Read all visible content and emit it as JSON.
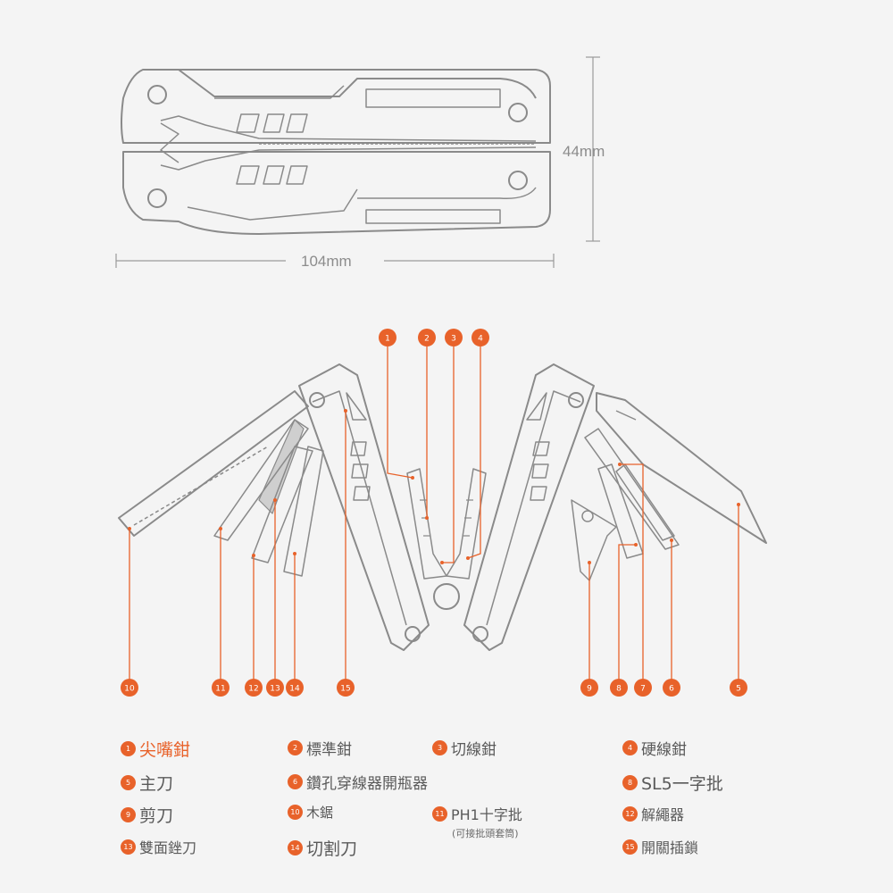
{
  "dimensions": {
    "height": "44mm",
    "width": "104mm"
  },
  "accent_color": "#e8622a",
  "tool_color": "#8a8a8a",
  "legend": [
    {
      "num": "1",
      "label": "尖嘴鉗"
    },
    {
      "num": "2",
      "label": "標準鉗"
    },
    {
      "num": "3",
      "label": "切線鉗"
    },
    {
      "num": "4",
      "label": "硬線鉗"
    },
    {
      "num": "5",
      "label": "主刀"
    },
    {
      "num": "6",
      "label": "鑽孔穿線器開瓶器"
    },
    {
      "num": "8",
      "label": "SL5一字批"
    },
    {
      "num": "9",
      "label": "剪刀"
    },
    {
      "num": "10",
      "label": "木鋸"
    },
    {
      "num": "11",
      "label": "PH1十字批",
      "sub": "(可接批頭套筒)"
    },
    {
      "num": "12",
      "label": "解繩器"
    },
    {
      "num": "13",
      "label": "雙面銼刀"
    },
    {
      "num": "14",
      "label": "切割刀"
    },
    {
      "num": "15",
      "label": "開關插鎖"
    }
  ],
  "callouts_top": [
    "1",
    "2",
    "3",
    "4"
  ],
  "callouts_bottom": [
    "10",
    "11",
    "12",
    "13",
    "14",
    "15",
    "9",
    "8",
    "7",
    "6",
    "5"
  ]
}
